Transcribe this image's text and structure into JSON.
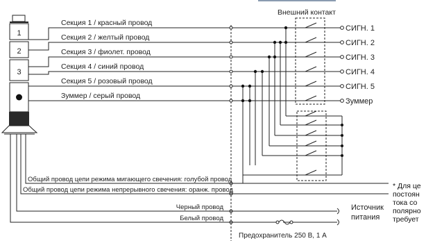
{
  "external_contact_label": "Внешний контакт",
  "tower_segments": [
    "1",
    "2",
    "3"
  ],
  "section_wires": [
    "Секция 1 / красный провод",
    "Секция 2 / желтый провод",
    "Секция 3 / фиолет. провод",
    "Секция 4 / синий провод",
    "Секция 5 / розовый провод",
    "Зуммер / серый провод"
  ],
  "outputs": [
    "СИГН. 1",
    "СИГН. 2",
    "СИГН. 3",
    "СИГН. 4",
    "СИГН. 5",
    "Зуммер"
  ],
  "common_wires": {
    "flash": "Общий провод цепи режима мигающего свечения: голубой провод",
    "steady": "Общий провод цепи режима непрерывного свечения: оранж. провод",
    "black": "Черный провод",
    "white": "Белый провод"
  },
  "power_source": [
    "Источник",
    "питания"
  ],
  "fuse_label": "Предохранитель 250 В, 1 А",
  "note_lines": [
    "* Для це",
    "постоян",
    "тока со",
    "полярно",
    "требует"
  ]
}
